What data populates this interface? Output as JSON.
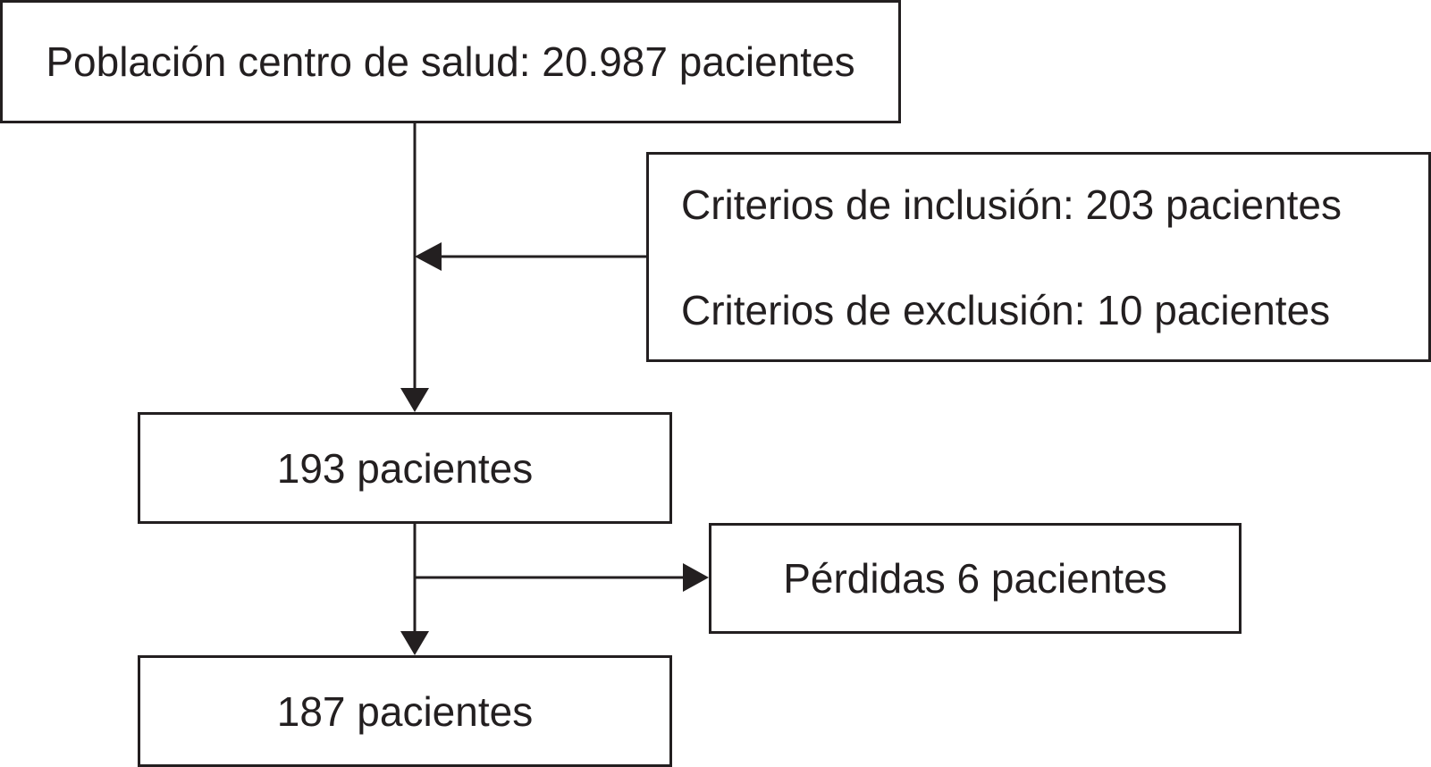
{
  "flowchart": {
    "population": "Población centro de salud: 20.987 pacientes",
    "criteria": {
      "inclusion": "Criterios de inclusión: 203 pacientes",
      "exclusion": "Criterios de exclusión: 10 pacientes"
    },
    "included": "193 pacientes",
    "losses": "Pérdidas 6 pacientes",
    "final": "187 pacientes"
  }
}
